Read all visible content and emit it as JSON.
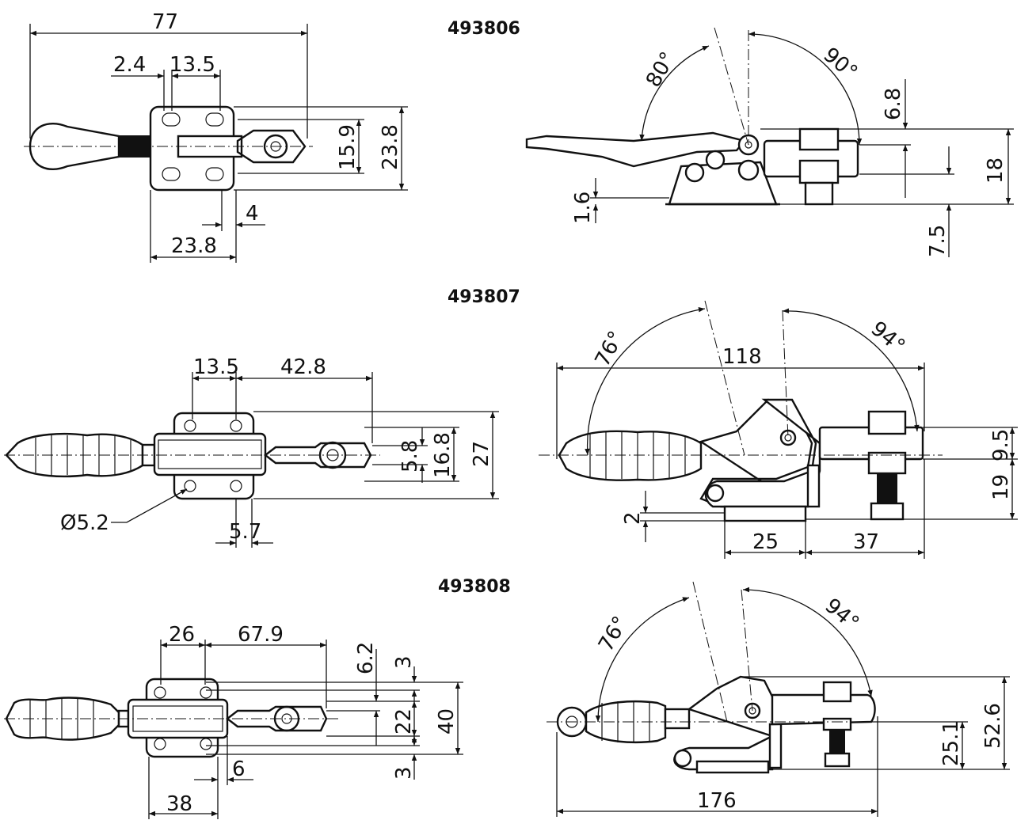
{
  "views": [
    {
      "part_number": "493806",
      "plan_dims": [
        "77",
        "2.4",
        "13.5",
        "15.9",
        "23.8",
        "4",
        "23.8"
      ],
      "side_dims": [
        "80°",
        "90°",
        "6.8",
        "18",
        "1.6",
        "7.5"
      ]
    },
    {
      "part_number": "493807",
      "plan_dims": [
        "13.5",
        "42.8",
        "5.8",
        "16.8",
        "27",
        "Ø5.2",
        "5.7"
      ],
      "side_dims": [
        "76°",
        "118",
        "94°",
        "9.5",
        "19",
        "2",
        "25",
        "37"
      ]
    },
    {
      "part_number": "493808",
      "plan_dims": [
        "26",
        "67.9",
        "6.2",
        "3",
        "22",
        "40",
        "3",
        "6",
        "38"
      ],
      "side_dims": [
        "76°",
        "94°",
        "52.6",
        "25.1",
        "176"
      ]
    }
  ]
}
